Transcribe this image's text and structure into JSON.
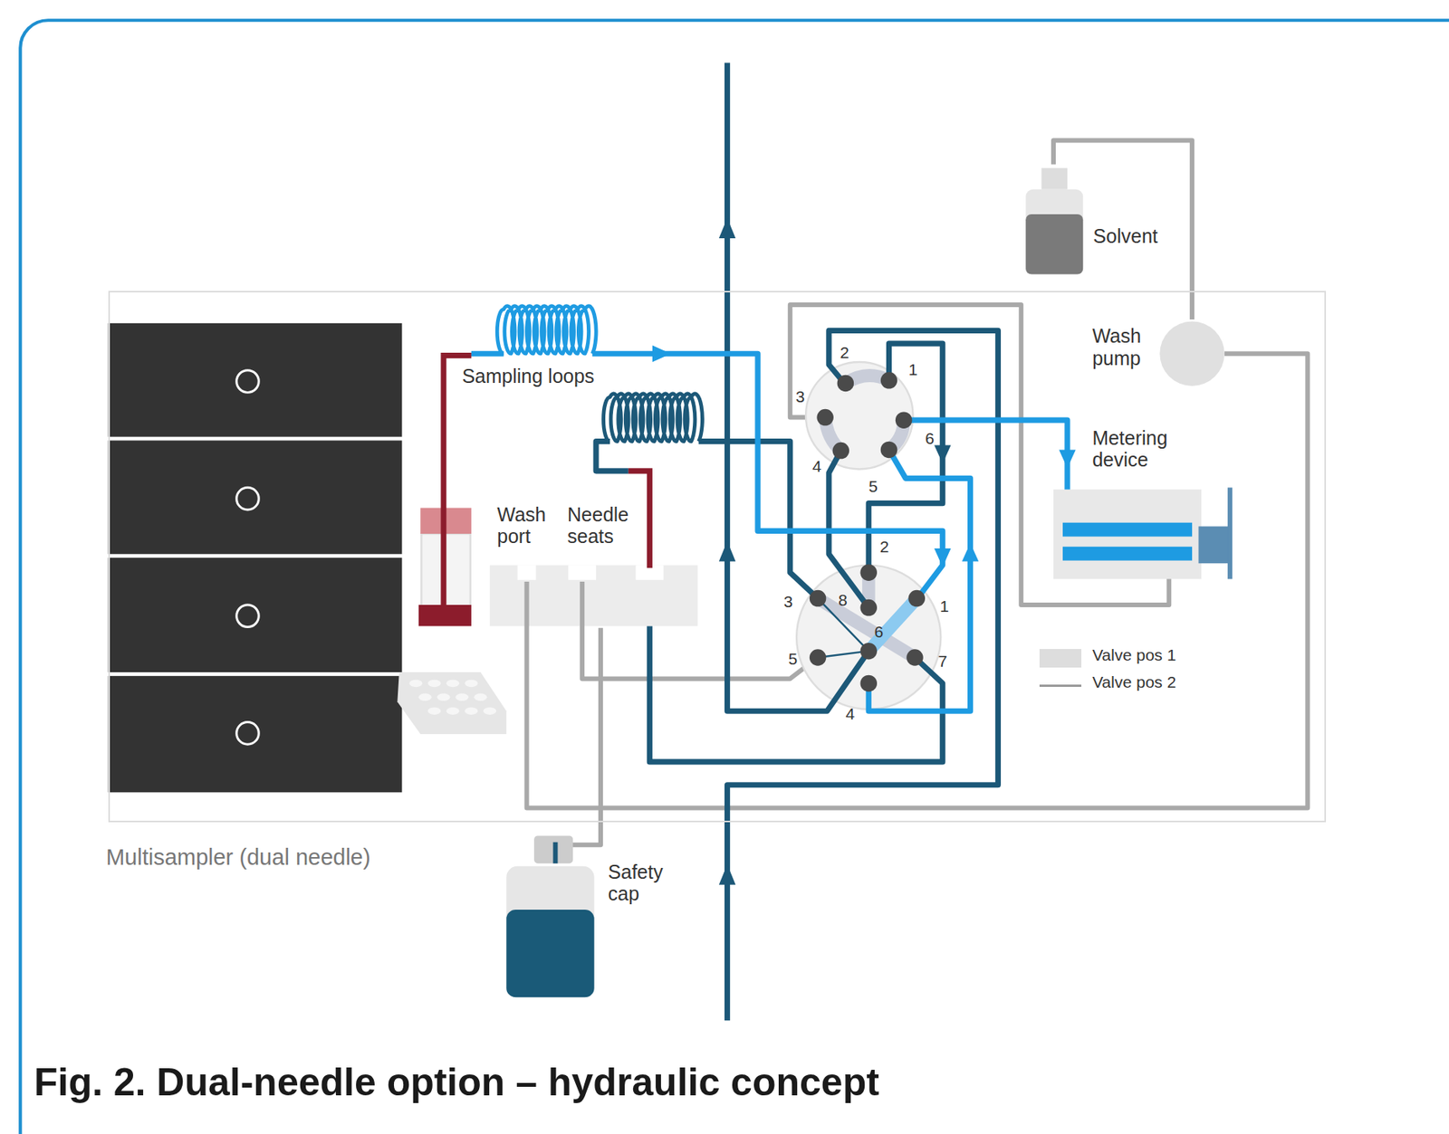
{
  "diagram": {
    "caption": "Fig. 2. Dual-needle option – hydraulic concept",
    "nodes": [
      {
        "text": [
          "Multisampler (dual needle)"
        ]
      },
      {
        "text": [
          "Solvent"
        ]
      },
      {
        "text": [
          "Wash pump"
        ],
        "in": 0
      },
      {
        "text": [
          "Metering device"
        ],
        "in": 0
      },
      {
        "text": [
          "Safety cap"
        ]
      }
    ],
    "edges": [
      {
        "from": 1,
        "to": 2,
        "arrow": "none"
      }
    ],
    "labels": [
      "Sampling loops",
      "Wash port",
      "Needle seats",
      "2",
      "1",
      "3",
      "6",
      "4",
      "5",
      "2",
      "1",
      "3",
      "8",
      "6",
      "5",
      "7",
      "4"
    ],
    "legend": [
      {
        "text": "Valve pos 1",
        "color": "#dddddd"
      },
      {
        "text": "Valve pos 2"
      }
    ]
  }
}
